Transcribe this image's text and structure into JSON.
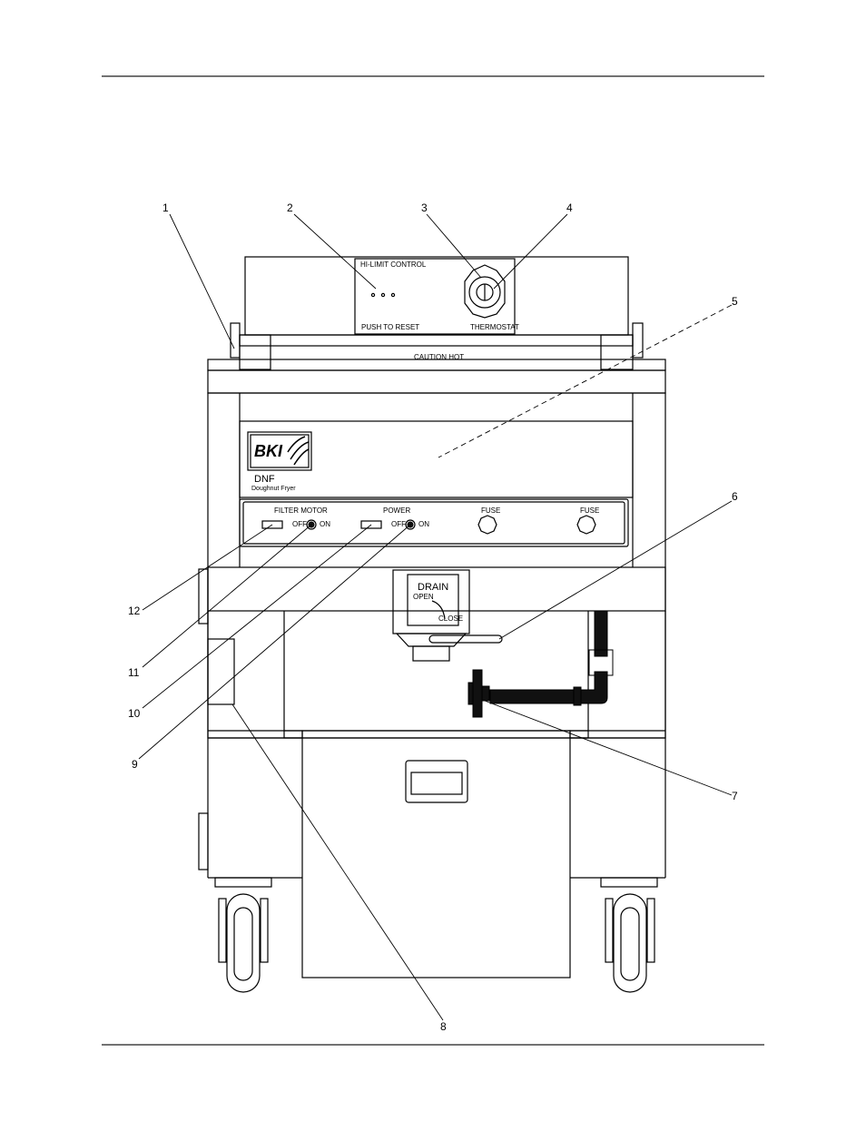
{
  "panel_labels": {
    "hi_limit_control": "HI-LIMIT CONTROL",
    "push_to_reset": "PUSH TO RESET",
    "thermostat": "THERMOSTAT",
    "caution_hot": "CAUTION HOT",
    "filter_motor": "FILTER MOTOR",
    "power": "POWER",
    "fuse_1": "FUSE",
    "fuse_2": "FUSE",
    "off_1": "OFF",
    "on_1": "ON",
    "off_2": "OFF",
    "on_2": "ON",
    "drain": "DRAIN",
    "open": "OPEN",
    "close": "CLOSE"
  },
  "branding": {
    "logo_text": "BKI",
    "model": "DNF",
    "model_description": "Doughnut Fryer"
  },
  "callouts": [
    "1",
    "2",
    "3",
    "4",
    "5",
    "6",
    "7",
    "8",
    "9",
    "10",
    "11",
    "12"
  ]
}
